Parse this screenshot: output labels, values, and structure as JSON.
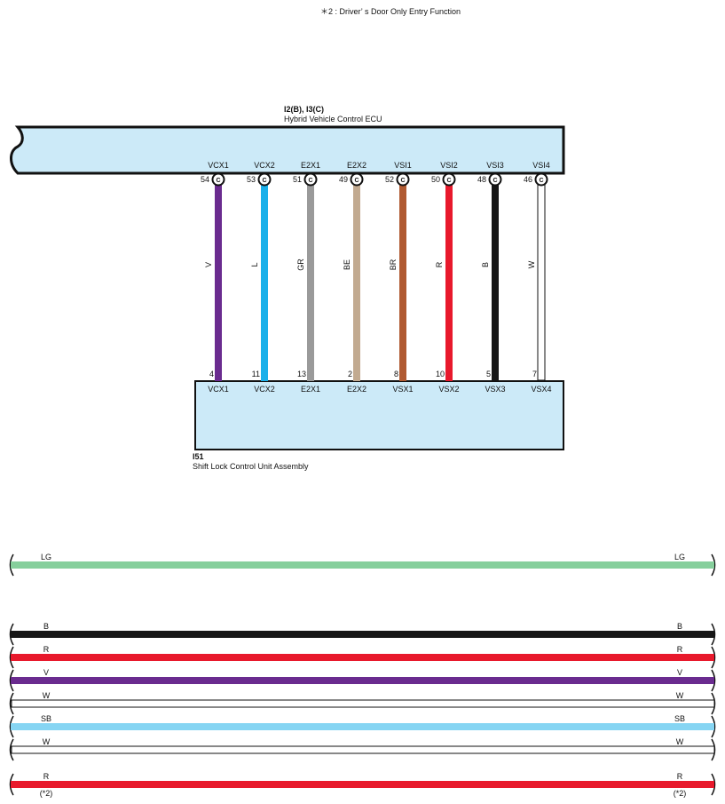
{
  "note": "＊2 : Driver’ s Door Only Entry Function",
  "ecu": {
    "code": "I2(B), I3(C)",
    "name": "Hybrid Vehicle Control ECU",
    "connector_letter": "C",
    "terminals": [
      {
        "signal": "VCX1",
        "pin": "54"
      },
      {
        "signal": "VCX2",
        "pin": "53"
      },
      {
        "signal": "E2X1",
        "pin": "51"
      },
      {
        "signal": "E2X2",
        "pin": "49"
      },
      {
        "signal": "VSI1",
        "pin": "52"
      },
      {
        "signal": "VSI2",
        "pin": "50"
      },
      {
        "signal": "VSI3",
        "pin": "48"
      },
      {
        "signal": "VSI4",
        "pin": "46"
      }
    ]
  },
  "wires": [
    {
      "code": "V",
      "color": "#6a2b8f"
    },
    {
      "code": "L",
      "color": "#1ab0ea"
    },
    {
      "code": "GR",
      "color": "#9a9a9a"
    },
    {
      "code": "BE",
      "color": "#c2aa90"
    },
    {
      "code": "BR",
      "color": "#b05a32"
    },
    {
      "code": "R",
      "color": "#e8192c"
    },
    {
      "code": "B",
      "color": "#161616"
    },
    {
      "code": "W",
      "color": "#ffffff"
    }
  ],
  "unit": {
    "code": "I51",
    "name": "Shift Lock Control Unit Assembly",
    "terminals": [
      {
        "signal": "VCX1",
        "pin": "4"
      },
      {
        "signal": "VCX2",
        "pin": "11"
      },
      {
        "signal": "E2X1",
        "pin": "13"
      },
      {
        "signal": "E2X2",
        "pin": "2"
      },
      {
        "signal": "VSX1",
        "pin": "8"
      },
      {
        "signal": "VSX2",
        "pin": "10"
      },
      {
        "signal": "VSX3",
        "pin": "5"
      },
      {
        "signal": "VSX4",
        "pin": "7"
      }
    ]
  },
  "harness": [
    {
      "code": "LG",
      "color": "#86cf9c",
      "note": ""
    },
    {
      "code": "B",
      "color": "#161616",
      "note": ""
    },
    {
      "code": "R",
      "color": "#e8192c",
      "note": ""
    },
    {
      "code": "V",
      "color": "#6a2b8f",
      "note": ""
    },
    {
      "code": "W",
      "color": "#ffffff",
      "note": ""
    },
    {
      "code": "SB",
      "color": "#86d5f3",
      "note": ""
    },
    {
      "code": "W",
      "color": "#ffffff",
      "note": ""
    },
    {
      "code": "R",
      "color": "#e8192c",
      "note": "(*2)"
    }
  ],
  "colors": {
    "box_fill": "#cceaf8",
    "outline": "#111111"
  }
}
